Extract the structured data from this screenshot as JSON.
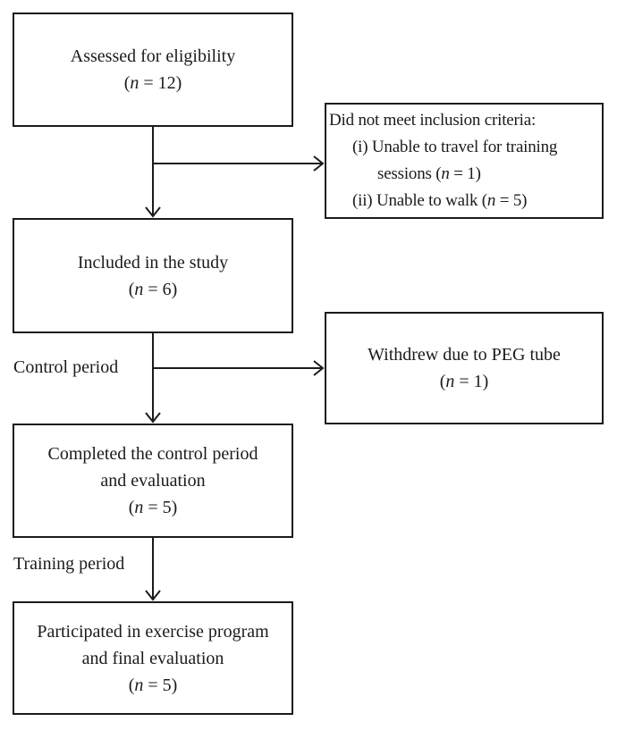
{
  "colors": {
    "background": "#ffffff",
    "line": "#1b1b1b",
    "text": "#1b1b1b"
  },
  "nodes": [
    {
      "id": "assessed-eligibility",
      "align": "center",
      "lines": [
        {
          "text": "Assessed for eligibility",
          "indent": 0
        },
        {
          "text": "(n = 12)",
          "indent": 0
        }
      ]
    },
    {
      "id": "did-not-meet-criteria",
      "align": "left",
      "lines": [
        {
          "text": "Did not meet inclusion criteria:",
          "indent": 0
        },
        {
          "text": "(i) Unable to travel for training",
          "indent": 1
        },
        {
          "text": "sessions (n = 1)",
          "indent": 2
        },
        {
          "text": "(ii) Unable to walk (n = 5)",
          "indent": 1
        }
      ]
    },
    {
      "id": "included-in-study",
      "align": "center",
      "lines": [
        {
          "text": "Included in the study",
          "indent": 0
        },
        {
          "text": "(n = 6)",
          "indent": 0
        }
      ]
    },
    {
      "id": "withdrew-peg-tube",
      "align": "center",
      "lines": [
        {
          "text": "Withdrew due to PEG tube",
          "indent": 0
        },
        {
          "text": "(n = 1)",
          "indent": 0
        }
      ]
    },
    {
      "id": "completed-control-period",
      "align": "center",
      "lines": [
        {
          "text": "Completed the control period",
          "indent": 0
        },
        {
          "text": "and evaluation",
          "indent": 0
        },
        {
          "text": "(n = 5)",
          "indent": 0
        }
      ]
    },
    {
      "id": "participated-exercise-program",
      "align": "center",
      "lines": [
        {
          "text": "Participated in exercise program",
          "indent": 0
        },
        {
          "text": "and final evaluation",
          "indent": 0
        },
        {
          "text": "(n = 5)",
          "indent": 0
        }
      ]
    }
  ],
  "edge_labels": [
    {
      "id": "control-period",
      "text": "Control period"
    },
    {
      "id": "training-period",
      "text": "Training period"
    }
  ]
}
